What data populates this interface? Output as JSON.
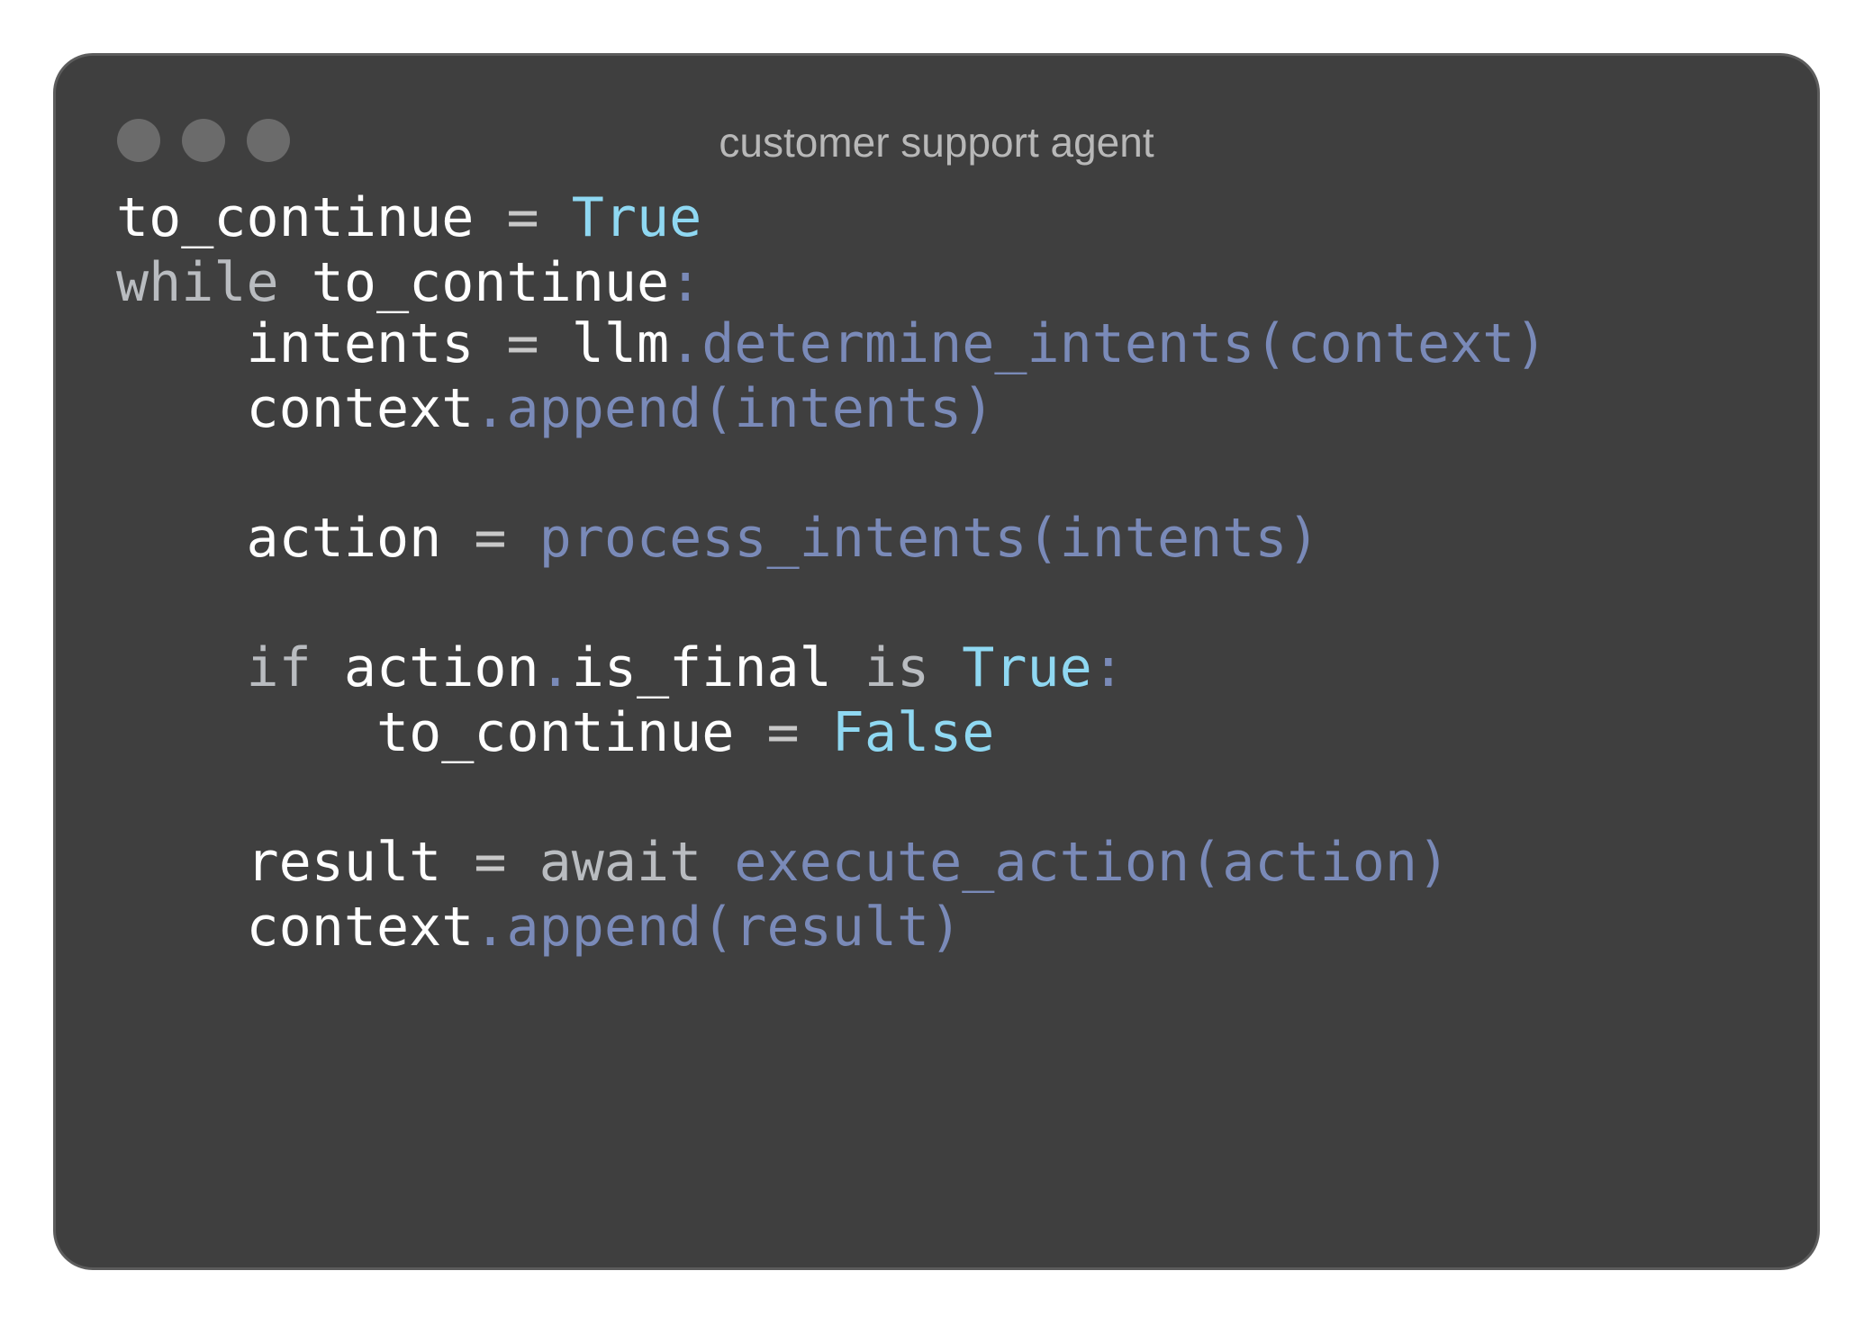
{
  "window": {
    "title": "customer support agent"
  },
  "code_lines": [
    {
      "tokens": [
        {
          "t": "to_continue",
          "c": "txt"
        },
        {
          "t": " = ",
          "c": "op"
        },
        {
          "t": "True",
          "c": "bool"
        }
      ]
    },
    {
      "tokens": [
        {
          "t": "while",
          "c": "kw"
        },
        {
          "t": " to_continue",
          "c": "txt"
        },
        {
          "t": ":",
          "c": "fn"
        }
      ]
    },
    {
      "tokens": [
        {
          "t": "    intents",
          "c": "txt"
        },
        {
          "t": " = ",
          "c": "op"
        },
        {
          "t": "llm",
          "c": "txt"
        },
        {
          "t": ".determine_intents(context)",
          "c": "fn"
        }
      ]
    },
    {
      "tokens": [
        {
          "t": "    context",
          "c": "txt"
        },
        {
          "t": ".append(intents)",
          "c": "fn"
        }
      ]
    },
    {
      "tokens": [
        {
          "t": "    action",
          "c": "txt"
        },
        {
          "t": " = ",
          "c": "op"
        },
        {
          "t": "process_intents(intents)",
          "c": "fn"
        }
      ]
    },
    {
      "tokens": [
        {
          "t": "    if",
          "c": "kw"
        },
        {
          "t": " action",
          "c": "txt"
        },
        {
          "t": ".",
          "c": "fn"
        },
        {
          "t": "is_final",
          "c": "txt"
        },
        {
          "t": " is ",
          "c": "kw"
        },
        {
          "t": "True",
          "c": "bool"
        },
        {
          "t": ":",
          "c": "fn"
        }
      ]
    },
    {
      "tokens": [
        {
          "t": "        to_continue",
          "c": "txt"
        },
        {
          "t": " = ",
          "c": "op"
        },
        {
          "t": "False",
          "c": "bool"
        }
      ]
    },
    {
      "tokens": [
        {
          "t": "    result",
          "c": "txt"
        },
        {
          "t": " = ",
          "c": "op"
        },
        {
          "t": "await",
          "c": "kw"
        },
        {
          "t": " execute_action(action)",
          "c": "fn"
        }
      ]
    },
    {
      "tokens": [
        {
          "t": "    context",
          "c": "txt"
        },
        {
          "t": ".append(result)",
          "c": "fn"
        }
      ]
    }
  ],
  "colors": {
    "window_bg": "#3f3f3f",
    "keyword": "#b9bcc0",
    "boolean": "#8fd8f2",
    "function": "#7a8ab8",
    "text": "#ffffff"
  }
}
